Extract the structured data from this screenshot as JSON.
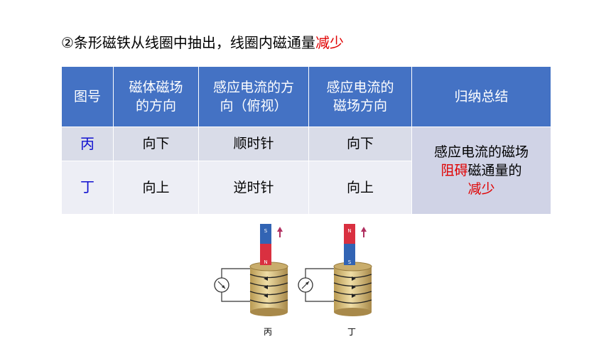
{
  "heading": {
    "prefix": "②条形磁铁从线圈中抽出，线圈内磁通量",
    "highlight": "减少"
  },
  "colors": {
    "header_bg": "#4472c4",
    "highlight": "#e00000",
    "label": "#1010d0",
    "magnet_north": "#d93040",
    "magnet_south": "#3264b4"
  },
  "table": {
    "headers": [
      {
        "line1": "图号",
        "line2": ""
      },
      {
        "line1": "磁体磁场",
        "line2": "的方向"
      },
      {
        "line1": "感应电流的方",
        "line2": "向（俯视）"
      },
      {
        "line1": "感应电流的",
        "line2": "磁场方向"
      },
      {
        "line1": "归纳总结",
        "line2": ""
      }
    ],
    "rows": [
      {
        "label": "丙",
        "field": "向下",
        "current": "顺时针",
        "induced": "向下"
      },
      {
        "label": "丁",
        "field": "向上",
        "current": "逆时针",
        "induced": "向上"
      }
    ],
    "summary": {
      "line1": "感应电流的磁场",
      "line2_red": "阻碍",
      "line2_rest": "磁通量的",
      "line3_red": "减少"
    }
  },
  "figures": [
    {
      "caption": "丙",
      "top_pole": "S",
      "bottom_pole": "N"
    },
    {
      "caption": "丁",
      "top_pole": "N",
      "bottom_pole": "S"
    }
  ]
}
